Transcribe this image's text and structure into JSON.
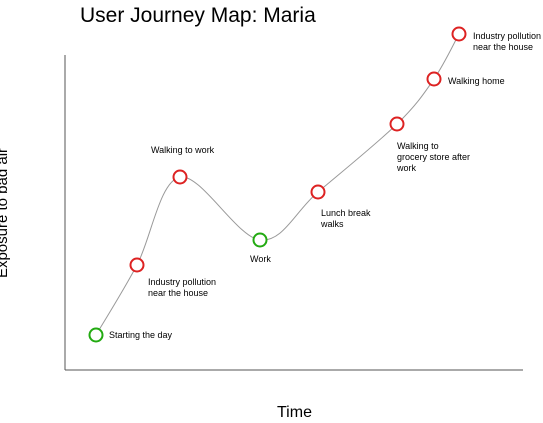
{
  "title": "User Journey Map: Maria",
  "x_axis_label": "Time",
  "y_axis_label": "Exposure to bad air",
  "colors": {
    "good": "#22aa11",
    "bad": "#dd2222",
    "curve": "#999999",
    "axis": "#555555"
  },
  "chart_data": {
    "type": "line",
    "title": "User Journey Map: Maria",
    "xlabel": "Time",
    "ylabel": "Exposure to bad air",
    "grid": false,
    "legend": "none",
    "points": [
      {
        "label": "Starting the day",
        "exposure": "low"
      },
      {
        "label": "Industry pollution near the house",
        "exposure": "high"
      },
      {
        "label": "Walking to work",
        "exposure": "high"
      },
      {
        "label": "Work",
        "exposure": "low"
      },
      {
        "label": "Lunch break walks",
        "exposure": "high"
      },
      {
        "label": "Walking to grocery store after work",
        "exposure": "high"
      },
      {
        "label": "Walking home",
        "exposure": "high"
      },
      {
        "label": "Industry pollution near the house",
        "exposure": "high"
      }
    ]
  }
}
